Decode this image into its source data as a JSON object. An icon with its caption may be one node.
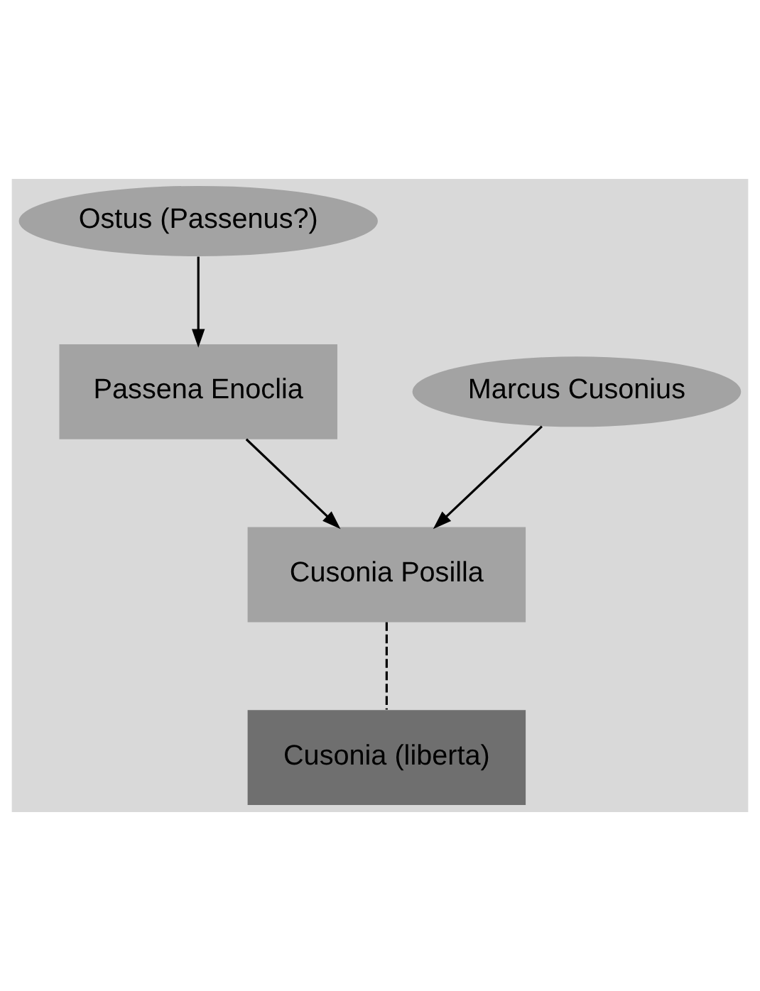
{
  "diagram": {
    "nodes": [
      {
        "text": [
          "Ostus (Passenus?)"
        ]
      },
      {
        "text": [
          "Marcus Cusonius"
        ]
      },
      {
        "text": [
          "Passena Enoclia"
        ]
      },
      {
        "text": [
          "Cusonia Posilla"
        ]
      },
      {
        "text": [
          "Cusonia (liberta)"
        ]
      }
    ],
    "edges": [
      {
        "from": 0,
        "to": 2,
        "arrow": "to"
      },
      {
        "from": 1,
        "to": 3,
        "arrow": "to"
      },
      {
        "from": 2,
        "to": 3,
        "arrow": "to"
      },
      {
        "from": 3,
        "to": 4,
        "arrow": "none",
        "style": "dashed"
      }
    ]
  }
}
